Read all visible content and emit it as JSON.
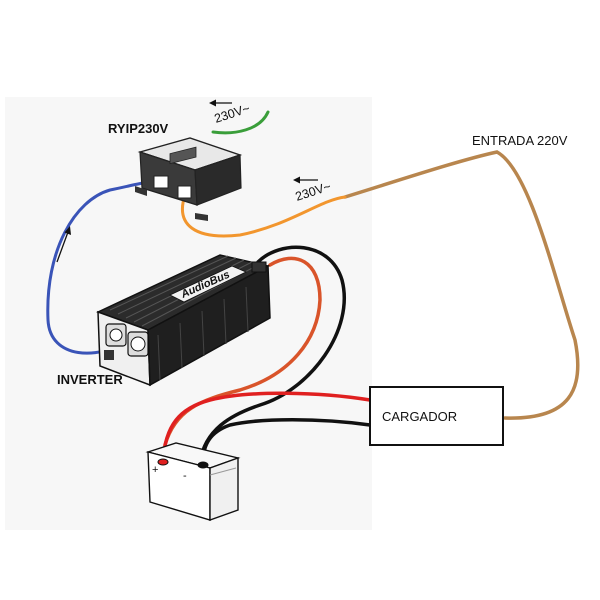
{
  "labels": {
    "relay": "RYIP230V",
    "voltage_top": "230V~",
    "voltage_mid": "230V~",
    "input": "ENTRADA 220V",
    "inverter": "INVERTER",
    "charger": "CARGADOR"
  },
  "logo_text": "AudioBus",
  "battery": {
    "positive": "+",
    "negative": "-"
  },
  "colors": {
    "ac_output_wire": "#3a6fd0",
    "ac_feed_wire": "#f2962e",
    "relay_output_wire": "#3a9e3a",
    "mains_input_wire": "#b8864e",
    "positive_wire": "#e02020",
    "negative_wire": "#111111",
    "inverter_red_wire": "#d9542a"
  }
}
